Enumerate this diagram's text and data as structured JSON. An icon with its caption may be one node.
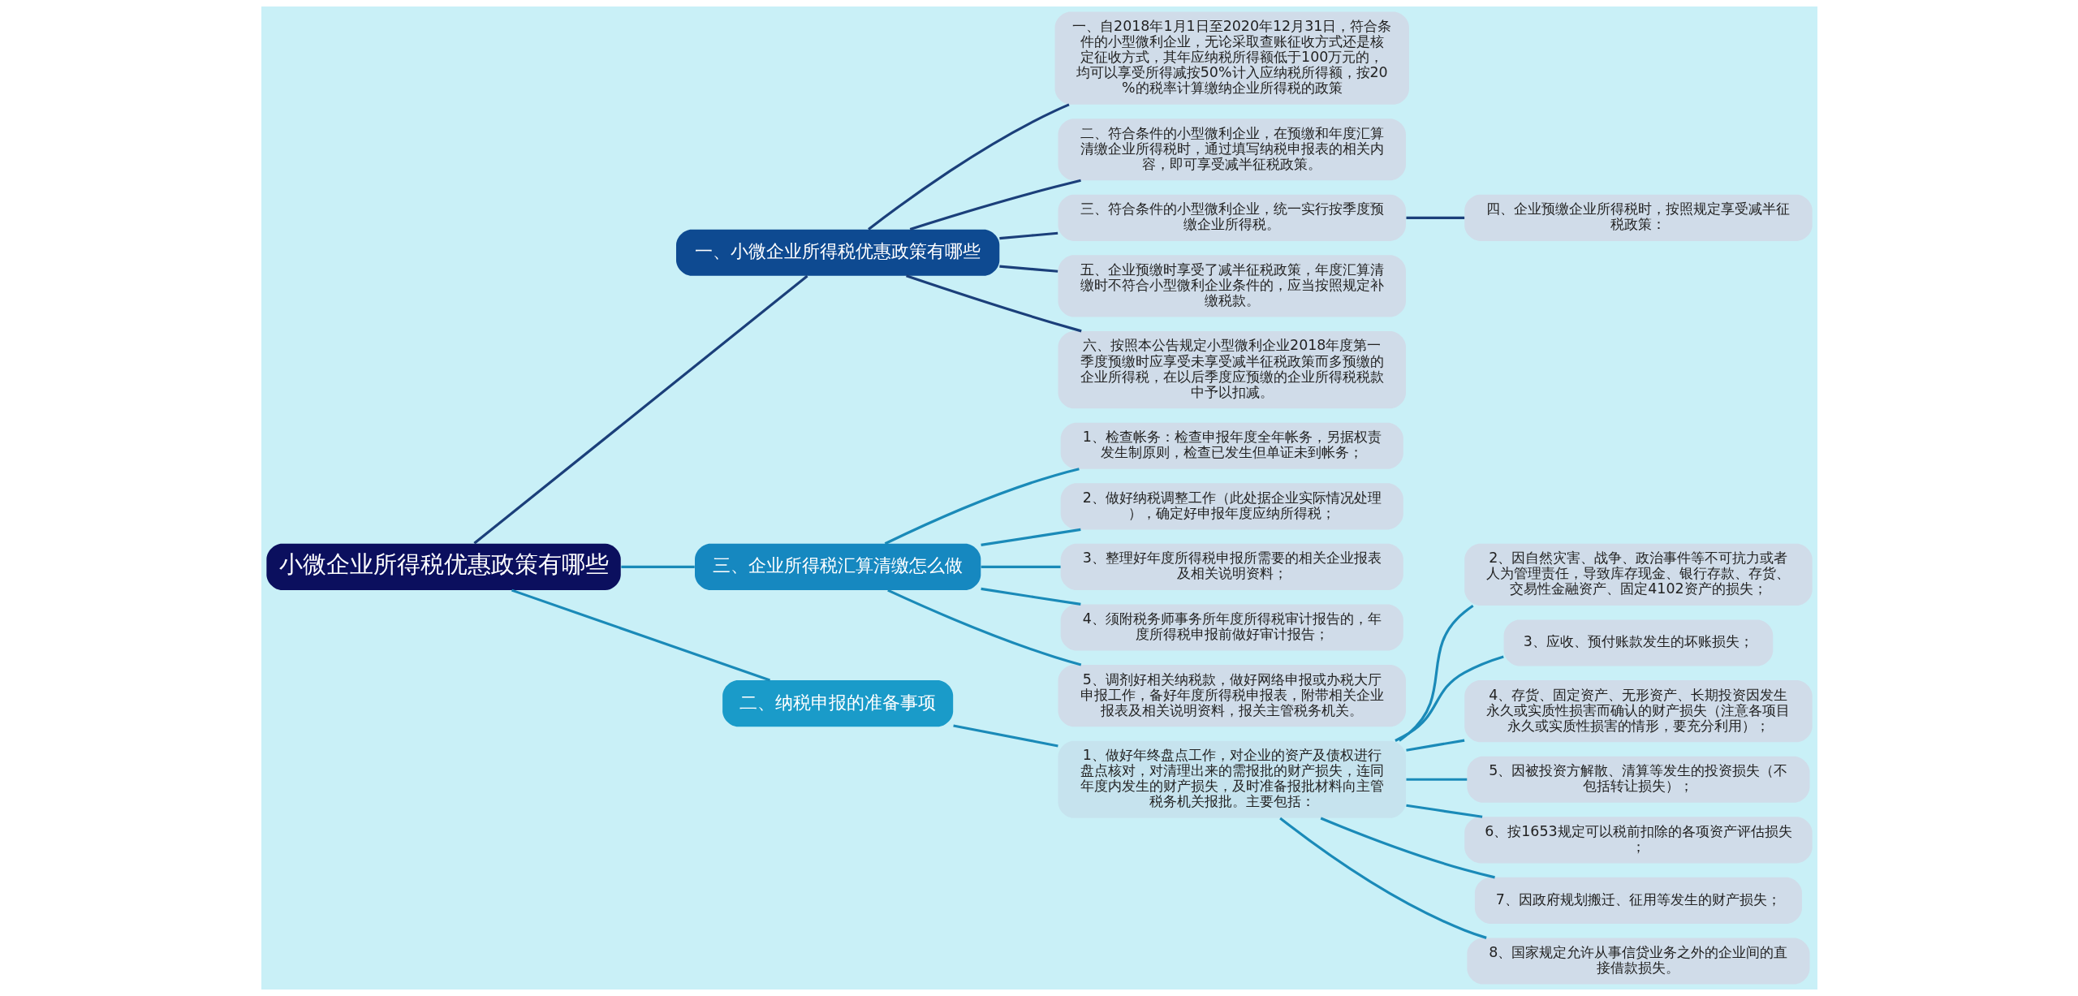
{
  "diagram": {
    "nodes": [
      {
        "text": [
          "小微企业所得税优惠政策有哪些"
        ]
      },
      {
        "text": [
          "一、小微企业所得税优惠政策有哪些"
        ]
      },
      {
        "text": [
          "一、自2018年1月1日至2020年12月31日，符合条件的小型微利企业，无论采取查账征收方式还是核定征收方式，其年应纳税所得额低于100万元的，均可以享受所得减按50%计入应纳税所得额，按20%的税率计算缴纳企业所得税的政策"
        ]
      },
      {
        "text": [
          "二、符合条件的小型微利企业，在预缴和年度汇算清缴企业所得税时，通过填写纳税申报表的相关内容，即可享受减半征税政策。"
        ]
      },
      {
        "text": [
          "三、符合条件的小型微利企业，统一实行按季度预缴企业所得税。"
        ]
      },
      {
        "text": [
          "四、企业预缴企业所得税时，按照规定享受减半征税政策："
        ]
      },
      {
        "text": [
          "五、企业预缴时享受了减半征税政策，年度汇算清缴时不符合小型微利企业条件的，应当按照规定补缴税款。"
        ]
      },
      {
        "text": [
          "六、按照本公告规定小型微利企业2018年度第一季度预缴时应享受未享受减半征税政策而多预缴的企业所得税，在以后季度应预缴的企业所得税税款中予以扣减。"
        ]
      },
      {
        "text": [
          "三、企业所得税汇算清缴怎么做"
        ]
      },
      {
        "text": [
          "1、检查帐务：检查申报年度全年帐务，另据权责发生制原则，检查已发生但单证未到帐务；"
        ]
      },
      {
        "text": [
          "2、做好纳税调整工作（此处据企业实际情况处理），确定好申报年度应纳所得税；"
        ]
      },
      {
        "text": [
          "3、整理好年度所得税申报所需要的相关企业报表及相关说明资料；"
        ]
      },
      {
        "text": [
          "4、须附税务师事务所年度所得税审计报告的，年度所得税申报前做好审计报告；"
        ]
      },
      {
        "text": [
          "5、调剂好相关纳税款，做好网络申报或办税大厅申报工作，备好年度所得税申报表，附带相关企业报表及相关说明资料，报关主管税务机关。"
        ]
      },
      {
        "text": [
          "二、纳税申报的准备事项"
        ]
      },
      {
        "text": [
          "1、做好年终盘点工作，对企业的资产及债权进行盘点核对，对清理出来的需报批的财产损失，连同年度内发生的财产损失，及时准备报批材料向主管税务机关报批。主要包括："
        ]
      },
      {
        "text": [
          "2、因自然灾害、战争、政治事件等不可抗力或者人为管理责任，导致库存现金、银行存款、存货、交易性金融资产、固定4102资产的损失；"
        ]
      },
      {
        "text": [
          "3、应收、预付账款发生的坏账损失；"
        ]
      },
      {
        "text": [
          "4、存货、固定资产、无形资产、长期投资因发生永久或实质性损害而确认的财产损失（注意各项目永久或实质性损害的情形，要充分利用）；"
        ]
      },
      {
        "text": [
          "5、因被投资方解散、清算等发生的投资损失（不包括转让损失）；"
        ]
      },
      {
        "text": [
          "6、按1653规定可以税前扣除的各项资产评估损失；"
        ]
      },
      {
        "text": [
          "7、因政府规划搬迁、征用等发生的财产损失；"
        ]
      },
      {
        "text": [
          "8、国家规定允许从事信贷业务之外的企业间的直接借款损失。"
        ]
      }
    ],
    "edges": [
      {
        "from": 0,
        "to": 1,
        "arrow": "none",
        "color": "#1b3f7a"
      },
      {
        "from": 1,
        "to": 2,
        "arrow": "none",
        "color": "#1b3f7a"
      },
      {
        "from": 1,
        "to": 3,
        "arrow": "none",
        "color": "#1b3f7a"
      },
      {
        "from": 1,
        "to": 4,
        "arrow": "none",
        "color": "#1b3f7a"
      },
      {
        "from": 4,
        "to": 5,
        "arrow": "none",
        "color": "#1b3f7a"
      },
      {
        "from": 1,
        "to": 6,
        "arrow": "none",
        "color": "#1b3f7a"
      },
      {
        "from": 1,
        "to": 7,
        "arrow": "none",
        "color": "#1b3f7a"
      },
      {
        "from": 0,
        "to": 8,
        "arrow": "none"
      },
      {
        "from": 8,
        "to": 9,
        "arrow": "none"
      },
      {
        "from": 8,
        "to": 10,
        "arrow": "none"
      },
      {
        "from": 8,
        "to": 11,
        "arrow": "none"
      },
      {
        "from": 8,
        "to": 12,
        "arrow": "none"
      },
      {
        "from": 8,
        "to": 13,
        "arrow": "none"
      },
      {
        "from": 0,
        "to": 14,
        "arrow": "none"
      },
      {
        "from": 14,
        "to": 15,
        "arrow": "none"
      },
      {
        "from": 15,
        "to": 16,
        "arrow": "none"
      },
      {
        "from": 15,
        "to": 17,
        "arrow": "none"
      },
      {
        "from": 15,
        "to": 18,
        "arrow": "none"
      },
      {
        "from": 15,
        "to": 19,
        "arrow": "none"
      },
      {
        "from": 15,
        "to": 20,
        "arrow": "none"
      },
      {
        "from": 15,
        "to": 21,
        "arrow": "none"
      },
      {
        "from": 15,
        "to": 22,
        "arrow": "none"
      }
    ]
  }
}
